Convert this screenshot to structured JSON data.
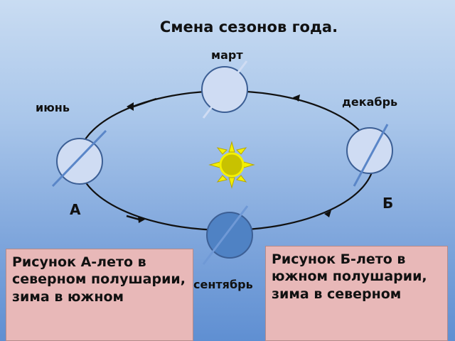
{
  "title": "Смена сезонов года.",
  "months": {
    "march": "март",
    "june": "июнь",
    "december": "декабрь",
    "september": "сентябрь"
  },
  "markers": {
    "a": "А",
    "b": "Б"
  },
  "captions": {
    "a": "Рисунок А-лето в северном полушарии, зима в южном",
    "b": "Рисунок Б-лето в южном полушарии, зима в северном"
  },
  "colors": {
    "planet_light": "#cfdcf3",
    "planet_dark": "#4f82c4",
    "planet_stroke": "#3c5f95",
    "axis": "#5a86c8",
    "sun": "#f4f000",
    "caption_bg": "#e8b8b8"
  }
}
